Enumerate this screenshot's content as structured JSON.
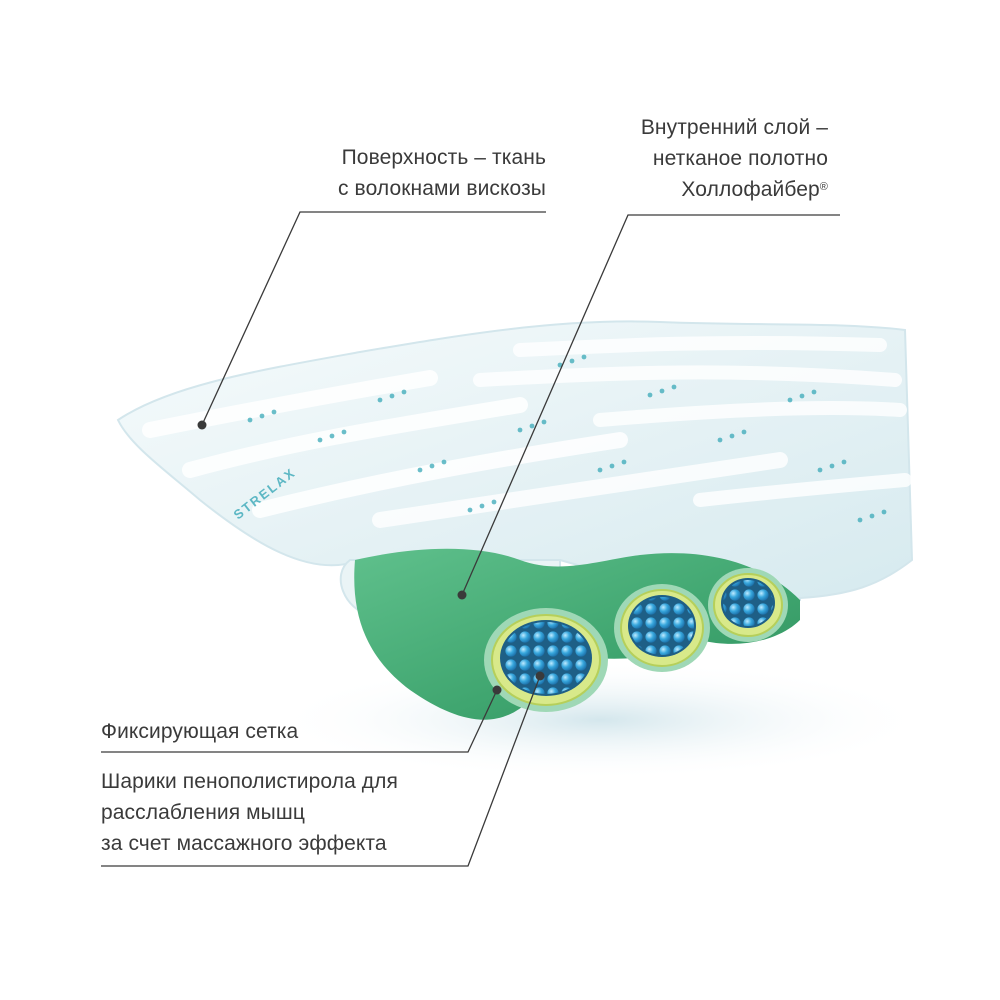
{
  "labels": {
    "surface": {
      "lines": [
        "Поверхность – ткань",
        "с волокнами вискозы"
      ]
    },
    "inner_layer": {
      "lines": [
        "Внутренний слой –",
        "нетканое полотно",
        "Холлофайбер"
      ],
      "trademark": "®"
    },
    "mesh": {
      "lines": [
        "Фиксирующая сетка"
      ]
    },
    "beads": {
      "lines": [
        "Шарики пенополистирола для",
        "расслабления мышц",
        "за счет массажного эффекта"
      ]
    }
  },
  "fabric_print": {
    "brand": "STRELAX"
  },
  "colors": {
    "text": "#3a3a3a",
    "leader_line": "#3a3a3a",
    "fabric": "#eef6f8",
    "fabric_dots": "#3aa9b8",
    "inner_layer": "#4fb07e",
    "mesh": "#c8e07a",
    "beads": "#2e9fd6"
  }
}
